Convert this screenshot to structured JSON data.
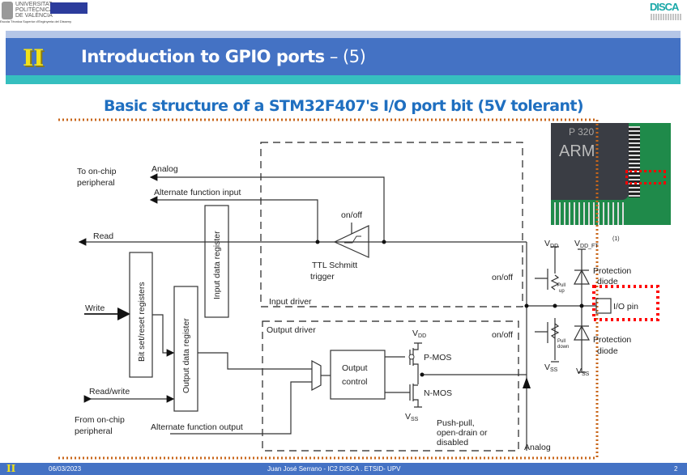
{
  "header": {
    "university_logo_text": [
      "UNIVERSITAT",
      "POLITÈCNICA",
      "DE VALÈNCIA"
    ],
    "school_caption": "Escola Tècnica Superior d'Enginyeria del Disseny",
    "dept_logo_text": "DISCA"
  },
  "title": {
    "main": "Introduction to GPIO ports",
    "suffix": " – (5)"
  },
  "subtitle": "Basic structure of a STM32F407's I/O port bit (5V tolerant)",
  "photo": {
    "chip_lettering": "ARM",
    "chip_code": "P 320"
  },
  "diagram": {
    "to_onchip_1": "To on-chip",
    "to_onchip_2": "peripheral",
    "analog_top": "Analog",
    "alt_fn_input": "Alternate function input",
    "read": "Read",
    "write": "Write",
    "read_write": "Read/write",
    "from_onchip_1": "From on-chip",
    "from_onchip_2": "peripheral",
    "alt_fn_output": "Alternate function output",
    "input_data_register": "Input data register",
    "bit_set_reset": "Bit set/reset registers",
    "output_data_register": "Output data register",
    "on_off": "on/off",
    "schmitt_1": "TTL Schmitt",
    "schmitt_2": "trigger",
    "input_driver": "Input driver",
    "output_driver": "Output driver",
    "output_control_1": "Output",
    "output_control_2": "control",
    "vdd": "V",
    "vdd_sub": "DD",
    "vss": "V",
    "vss_sub": "SS",
    "pmos": "P-MOS",
    "nmos": "N-MOS",
    "mode_1": "Push-pull,",
    "mode_2": "open-drain or",
    "mode_3": "disabled",
    "analog_bottom": "Analog",
    "pull_up_1": "Pull",
    "pull_up_2": "up",
    "pull_down_1": "Pull",
    "pull_down_2": "down",
    "vdd_ft_sub": "DD_FT",
    "footnote": "(1)",
    "protection_1": "Protection",
    "protection_2": "diode",
    "io_pin": "I/O pin"
  },
  "footer": {
    "date": "06/03/2023",
    "author": "Juan José Serrano - IC2 DISCA . ETSID- UPV",
    "page": "2"
  },
  "colors": {
    "title_bar": "#4472c4",
    "subtitle": "#1f6fc0",
    "accent_dots": "#d2691e",
    "highlight": "#ff0000"
  }
}
